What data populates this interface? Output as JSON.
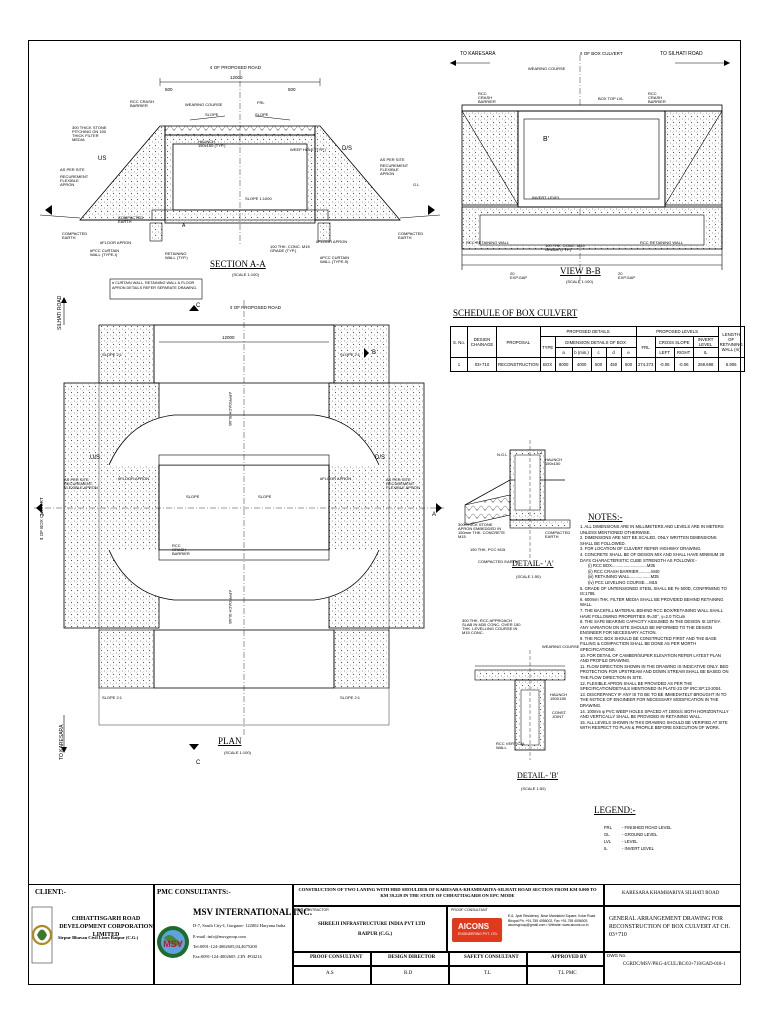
{
  "section_aa": {
    "title": "SECTION A-A",
    "scale": "(SCALE 1:100)",
    "proposed_road": "¢ OF PROPOSED ROAD",
    "width": "12000",
    "w500a": "500",
    "w500b": "500",
    "us": "US",
    "ds": "D/S",
    "rcc_crash_barrier": "RCC CRASH BARRIER",
    "wearing_course": "WEARING COURSE",
    "fill": "FRL",
    "slope1": "SLOPE",
    "slope2": "SLOPE",
    "haunch": "HAUNCH 150x150 (TYP.)",
    "weep_hole": "WEEP HOLE (TYP.)",
    "stone_pitching": "300 THICK STONE PITCHING ON 150 THICK FILTER MEDIA",
    "as_per_site_l": "AS PER SITE",
    "recurement_l": "RECUREMENT FLEXIBLE APRON",
    "as_per_site_r": "AS PER SITE",
    "recurement_r": "RECUREMENT FLEXIBLE APRON",
    "slope_ratio": "SLOPE 1:1000",
    "compacted_l": "COMPACTED EARTH",
    "compacted_l2": "COMPACTED EARTH",
    "compacted_r": "COMPACTED EARTH",
    "floor_apron_l": "#FLOOR APRON",
    "floor_apron_r": "#FLOOR APRON",
    "curtain_l": "#PCC CURTAIN WALL (TYPE-I)",
    "curtain_r": "#PCC CURTAIN WALL (TYPE-II)",
    "retaining_wall": "RETAINING WALL (TYP.)",
    "pcc_grade": "100 THK. CONC. M15 GRADE (TYP.)",
    "note_box": "# CURTAIN WALL, RETAINING WALL & FLOOR APRON DETAILS REFER SEPARATE DRAWING.",
    "label_a": "A",
    "gl": "G.L"
  },
  "view_bb": {
    "title": "VIEW B-B",
    "scale": "(SCALE 1:100)",
    "to_left": "TO KARESARA",
    "to_right": "TO SILHATI ROAD",
    "box_culvert": "¢ OF BOX CULVERT",
    "wearing_course": "WEARING COURSE",
    "rcc_barrier_l": "RCC CRASH BARRIER",
    "rcc_barrier_r": "RCC CRASH BARRIER",
    "box_top": "BOX TOP LVL",
    "label_b": "B'",
    "invert": "INVERT LEVEL",
    "ret_wall_l": "RCC RETAINING WALL",
    "ret_wall_r": "RCC RETAINING WALL",
    "pcc": "100 THK. CONC. M15 GRADE (TYP.)",
    "exp_gap_l": "20 EXP.GAP",
    "exp_gap_r": "20 EXP.GAP"
  },
  "plan": {
    "title": "PLAN",
    "scale": "(SCALE 1:100)",
    "road_label": "¢ OF PROPOSED ROAD",
    "silhati": "SILHATI ROAD",
    "karesara": "TO KARESARA",
    "box_culvert": "¢ OF BOX CULVERT",
    "width": "12000",
    "approach_slab_top": "APPROACH SLAB",
    "approach_slab_bot": "APPROACH SLAB",
    "slope21a": "SLOPE 2:1",
    "slope21b": "SLOPE 2:1",
    "slope21c": "SLOPE 2:1",
    "slope21d": "SLOPE 2:1",
    "us": "U/S",
    "ds": "D/S",
    "as_per_site_l": "AS PER SITE RECUREMENT FLEXIBLE APRON",
    "as_per_site_r": "AS PER SITE RECUREMENT FLEXIBLE APRON",
    "floor_apron_l": "#FLOOR APRON",
    "floor_apron_r": "#FLOOR APRON",
    "slope_l": "SLOPE",
    "slope_r": "SLOPE",
    "rcc_crash": "RCC CRASH BARRIER",
    "label_a": "A",
    "label_b": "B",
    "label_c": "C"
  },
  "schedule": {
    "title": "SCHEDULE OF BOX CULVERT",
    "headers": {
      "sno": "S. No.",
      "design_chainage": "DESIGN CHAINAGE",
      "proposal": "PROPOSAL",
      "proposed_details": "PROPOSED DETAILS",
      "type": "TYPE",
      "dimension_details": "DIMENSION DETAILS OF BOX",
      "a": "a",
      "b": "b (min.)",
      "c": "c",
      "d": "d",
      "e": "e",
      "proposed_levels": "PROPOSED LEVELS",
      "frl": "FRL",
      "cross_slope": "CROSS SLOPE",
      "left": "LEFT",
      "right": "RIGHT",
      "invert_level": "INVERT LEVEL",
      "il": "IL",
      "length_wall": "LENGTH OF RETAINING WALL (m)"
    },
    "row": [
      "1",
      "03+710",
      "RECONSTRUCTION",
      "BOX",
      "8000",
      "4000",
      "500",
      "450",
      "500",
      "274.373",
      "-0.06",
      "-0.06",
      "269.698",
      "6.906"
    ]
  },
  "detail_a": {
    "title": "DETAIL- 'A'",
    "scale": "(SCALE 1:50)",
    "ngl": "N.G.L",
    "l1": "L-1",
    "haunch": "HAUNCH 150x150",
    "stone": "300 THICK STONE APRON EMBEDDED IN 150mm THK. CONCRETE M15",
    "pcc": "150 THK. PCC M15",
    "compacted": "COMPACTED EARTH",
    "compacted2": "COMPACTED EARTH"
  },
  "detail_b": {
    "title": "DETAIL- 'B'",
    "scale": "(SCALE 1:50)",
    "approach": "300 THK. RCC APPROACH SLAB IN M30 CONC. OVER 150 THK. LEVELLING COURSE IN M15 CONC.",
    "wearing": "WEARING COURSE",
    "haunch": "HAUNCH 150X150",
    "joint": "CONST. JOINT",
    "rcc_wall": "RCC VERTICAL WALL"
  },
  "notes": {
    "title": "NOTES:-",
    "items": [
      "1. ALL DIMENSIONS ARE IN MILLIMETERS AND LEVELS ARE IN METERS UNLESS MENTIONED OTHERWISE.",
      "2. DIMENSIONS ARE NOT BE SCALED, ONLY WRITTEN DIMENSIONS SHALL BE FOLLOWED.",
      "3. FOR LOCATION OF CULVERT REFER HIGHWAY DRAWING.",
      "4. CONCRETE SHALL BE OF DESIGN MIX AND SHALL HAVE MINIMUM 28 DAYS CHARACTERISTIC CUBE STRENGTH AS FOLLOWS:-",
      "(i) RCC BOX..............................M35",
      "(ii) RCC CRASH BARRIER...........M40",
      "(iii) RETAINING WALL..................M35",
      "(iv) PCC LEVELING COURSE....M15",
      "5. GRADE OF UNTENSIONED STEEL SHALL BE Fe 500D, CONFIRMING TO IS:1786.",
      "6. 600mm THK. FILTER MEDIA SHALL BE PROVIDED BEHIND RETAINING WALL.",
      "7. THE BACKFILL MATERIAL BEHIND RCC BOX/RETAINING WALL SHALL HAVE FOLLOWING PROPERTIES Φ=30°, γ=2.0 T/Cum",
      "8. THE SAFE BEARING CAPACITY ASSUMED IN THE DESIGN IS 15T/m². ANY VARIATION ON SITE SHOULD BE INFORMED TO THE DESIGN ENGINEER FOR NECESSARY ACTION.",
      "9. THE RCC BOX SHOULD BE CONSTRUCTED FIRST AND THE BASE FILLING & COMPACTION SHALL BE DONE AS PER MORTH SPECIFICATIONS.",
      "10. FOR DETAIL OF CAMBER/SUPER ELEVATION REFER LATEST PLAN AND PROFILE DRAWING.",
      "11. FLOW DIRECTION SHOWN IN THE DRAWING IS INDICATIVE ONLY. BED PROTECTION FOR UPSTREAM AND DOWN STREAM SHALL BE BASED ON THE FLOW DIRECTION IN SITE.",
      "12. FLEXIBLE APRON SHALL BE PROVIDED AS PER THE SPECIFICATION/DETAILS MENTIONED IN PLATE-23 OF IRC:SP:13-2004.",
      "13. DISCREPANCY IF ANY IS TO BE TO BE IMMEDIATELY BROUGHT IN TO THE NOTICE OF ENGINEER FOR NECESSARY MODIFICATION IN THE DRAWING.",
      "14. 100mm φ PVC WEEP HOLES SPACED AT 1000c/c BOTH HORIZONTALLY AND VERTICALLY SHALL BE PROVIDED IN RETAINING WALL.",
      "15. ALL LEVELS SHOWN IN THIS DRAWING SHOULD BE VERIFIED AT SITE WITH RESPECT TO PLAN & PROFILE BEFORE EXECUTION OF WORK."
    ]
  },
  "legend": {
    "title": "LEGEND:-",
    "items": [
      {
        "code": "FRL",
        "desc": "- FINISHED ROAD LEVEL"
      },
      {
        "code": "GL",
        "desc": "- GROUND LEVEL"
      },
      {
        "code": "LVL",
        "desc": "- LEVEL"
      },
      {
        "code": "IL",
        "desc": "- INVERT LEVEL"
      }
    ]
  },
  "title_block": {
    "client_label": "CLIENT:-",
    "client_name": "CHHATTISGARH ROAD DEVELOPMENT CORPORATION LIMITED",
    "client_addr": "Sirpur Bhavan Civil Lines Raipur (C.G.)",
    "pmc_label": "PMC CONSULTANTS:-",
    "pmc_name": "MSV INTERNATIONAL INC.",
    "pmc_addr1": "D-7, South City-I, Gurgaon- 122002 Haryana India",
    "pmc_addr2": "E-mail :info@msvgroup.com",
    "pmc_addr3": "Tel:0091-124-4002605,04,4675200",
    "pmc_addr4": "Fax:0091-124-4002605 ,CIN :P04214",
    "project_title": "CONSTRUCTION OF TWO LANING WITH HRD SHOULDER OF KARESARA-KHAMHARIYA-SILHATI ROAD SECTION FROM KM 0.000 TO KM 39.229 IN THE STATE OF CHHATTISGARH ON EPC MODE",
    "epc_label": "EPC CONTRACTOR",
    "epc_name": "SHREEJI INFRASTRUCTURE INDIA PVT LTD",
    "epc_city": "RAIPUR (C.G.)",
    "proof_label": "PROOF CONSULTANT",
    "aicons": "AICONS",
    "aicons_sub": "ENGINEERING PVT. LTD.",
    "aicons_addr": "E-6, Jyoti Residency ,Near Mandakini Square, Kolar Road Bhopal Ph. +91-755 4056002, Fax +91-755 4056003 aiconsgroup@gmail.com • Website: www.aicons.co.in",
    "road_name": "KARESARA KHAMHARIYA SILHATI ROAD",
    "drawing_title": "GENERAL ARRANGEMENT DRAWING FOR RECONSTRUCTION OF BOX CULVERT AT CH. 03+710",
    "sig_proof": "PROOF CONSULTANT",
    "sig_design": "DESIGN DIRECTOR",
    "sig_safety": "SAFETY CONSULTANT",
    "sig_approved": "APPROVED BY",
    "val_proof": "A.S",
    "val_design": "R.D",
    "val_safety": "T.L",
    "val_approved": "T.L PMC",
    "dwg_label": "DWG No.",
    "dwg_no": "CGRDC/MSV/PKG-4/CUL/BC/03+710/GAD-018-1"
  }
}
